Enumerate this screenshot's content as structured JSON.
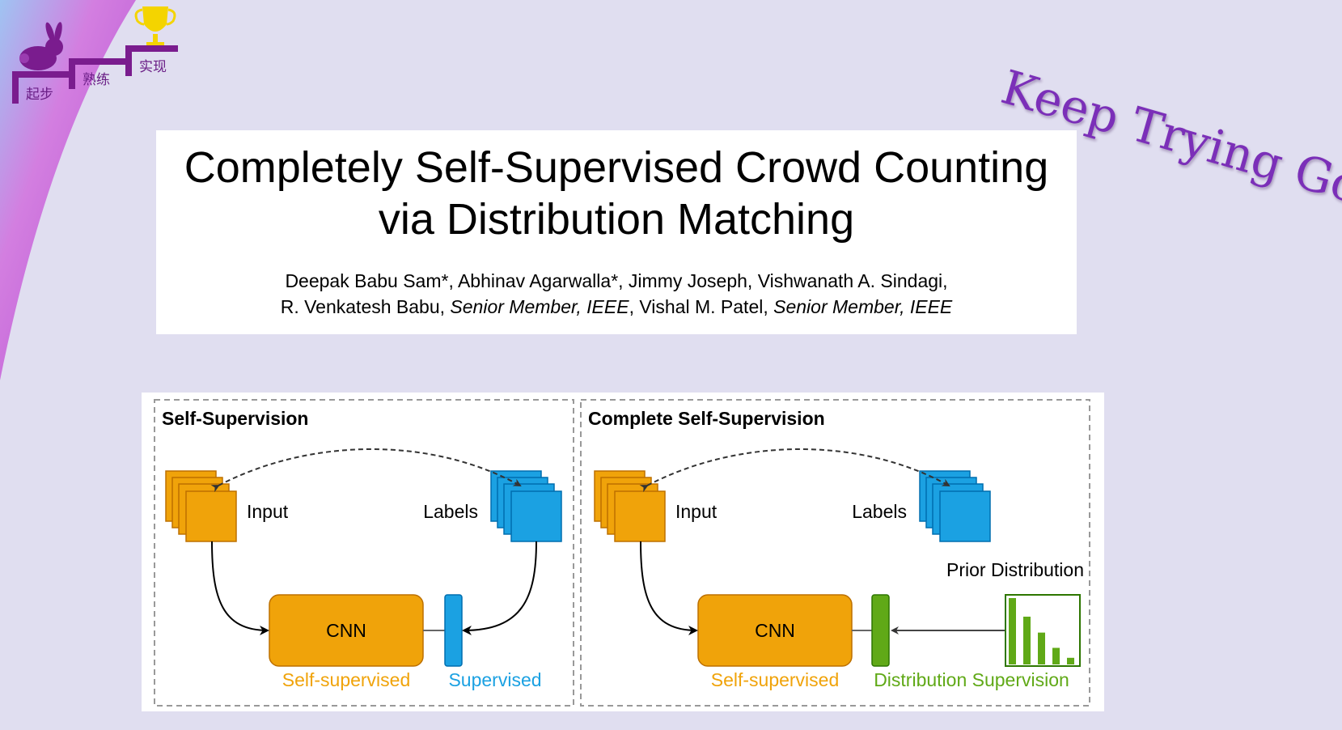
{
  "logo": {
    "step_labels": [
      "起步",
      "熟练",
      "实现"
    ],
    "colors": {
      "step": "#7a1c8e",
      "rabbit": "#7a1c8e",
      "trophy": "#f4d400"
    }
  },
  "slogan": "Keep Trying Go",
  "paper": {
    "title_line1": "Completely Self-Supervised Crowd Counting",
    "title_line2": "via Distribution Matching",
    "authors_line1": "Deepak Babu Sam*, Abhinav Agarwalla*, Jimmy Joseph, Vishwanath A. Sindagi,",
    "authors_line2_parts": [
      "R. Venkatesh Babu, ",
      "Senior Member, IEEE",
      ", Vishal M. Patel, ",
      "Senior Member, IEEE"
    ]
  },
  "diagram": {
    "left_panel": {
      "title": "Self-Supervision",
      "input_label": "Input",
      "labels_label": "Labels",
      "cnn_label": "CNN",
      "self_supervised_label": "Self-supervised",
      "supervised_label": "Supervised"
    },
    "right_panel": {
      "title": "Complete Self-Supervision",
      "input_label": "Input",
      "labels_label": "Labels",
      "prior_label": "Prior Distribution",
      "cnn_label": "CNN",
      "self_supervised_label": "Self-supervised",
      "distribution_label": "Distribution Supervision",
      "prior_bar_levels": [
        1.0,
        0.72,
        0.48,
        0.25,
        0.1
      ]
    },
    "colors": {
      "orange": "#f0a30a",
      "orange_border": "#bd7000",
      "blue": "#1ba1e2",
      "blue_border": "#006eaf",
      "green": "#60a917",
      "green_border": "#2d7600",
      "arrow": "#333333",
      "dashed_border": "#999999"
    }
  }
}
